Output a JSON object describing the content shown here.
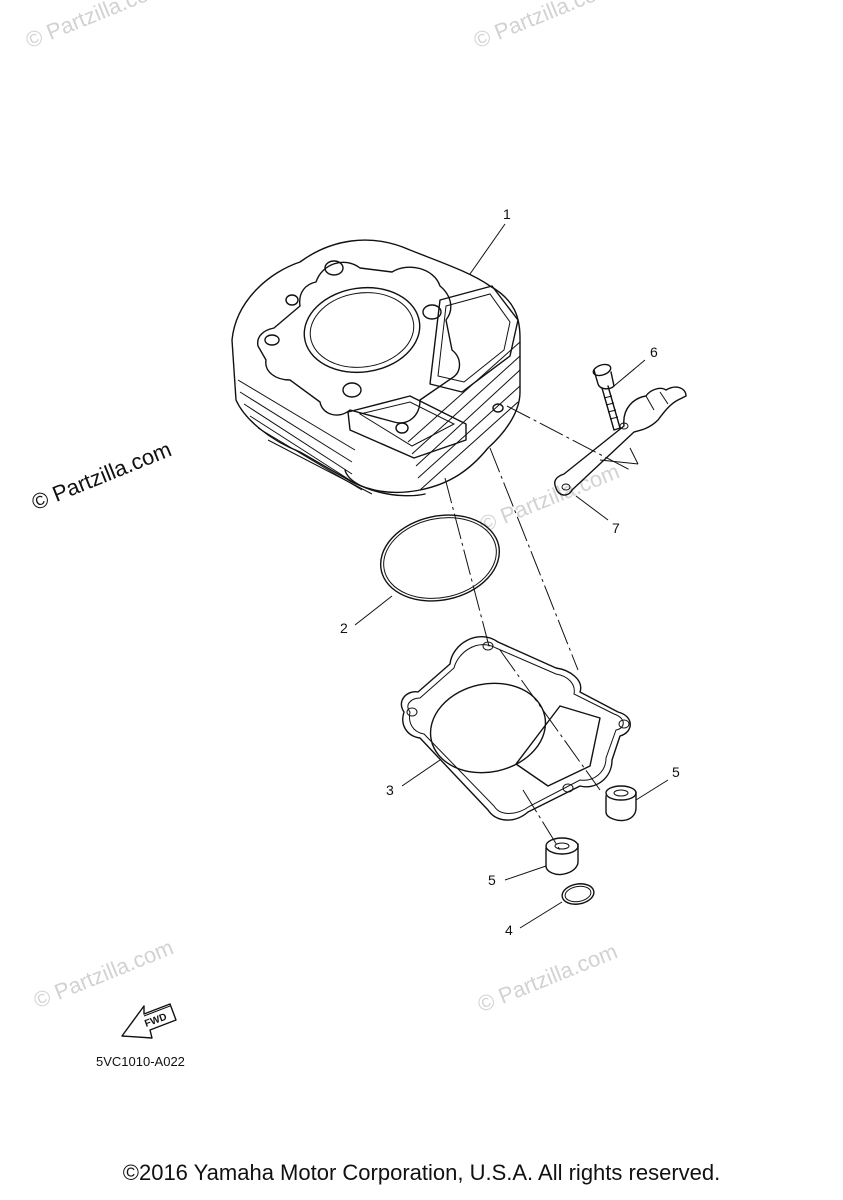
{
  "watermarks": {
    "brand": "© Partzilla.com",
    "brand_faint": "© Partzilla.com"
  },
  "callouts": {
    "p1": "1",
    "p2": "2",
    "p3": "3",
    "p4": "4",
    "p5a": "5",
    "p5b": "5",
    "p6": "6",
    "p7": "7"
  },
  "fwd_label": "FWD",
  "diagram_code": "5VC1010-A022",
  "copyright": "©2016 Yamaha Motor Corporation, U.S.A. All rights reserved."
}
